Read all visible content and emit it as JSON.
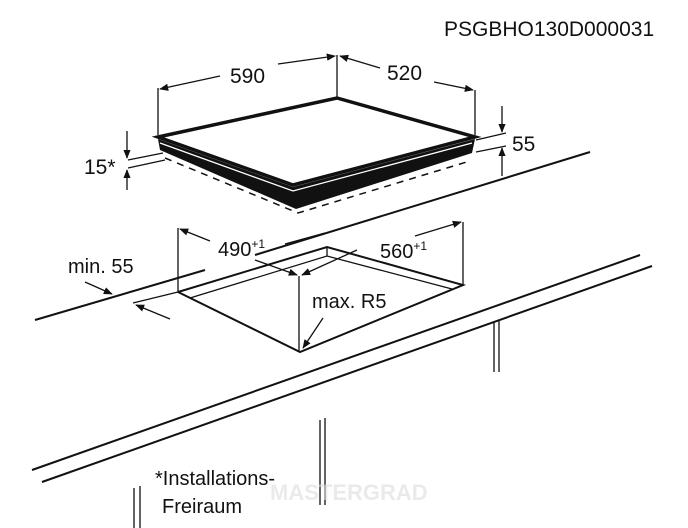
{
  "diagram": {
    "code": "PSGBHO130D000031",
    "hob": {
      "width": "590",
      "depth": "520",
      "height": "55",
      "clearance": "15*"
    },
    "cutout": {
      "depth": "490",
      "depth_tol": "+1",
      "width": "560",
      "width_tol": "+1",
      "min_edge": "min. 55",
      "radius": "max. R5"
    },
    "footnote_line1": "*Installations-",
    "footnote_line2": "Freiraum",
    "watermark": "MASTERGRAD"
  }
}
